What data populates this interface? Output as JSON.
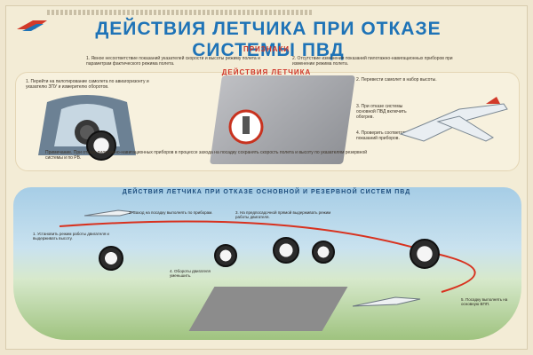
{
  "header": {
    "title": "ДЕЙСТВИЯ ЛЕТЧИКА ПРИ ОТКАЗЕ СИСТЕМЫ ПВД"
  },
  "signs": {
    "heading": "ПРИЗНАКИ",
    "item1": "1. Явное несоответствие показаний указателей скорости и высоты режиму полета и параметрам фактического режима полета.",
    "item2": "2. Отсутствие изменения показаний пилотажно-навигационных приборов при изменении режима полета."
  },
  "actions": {
    "heading": "ДЕЙСТВИЯ ЛЕТЧИКА",
    "step1": "1. Перейти на пилотирование самолета по авиагоризонту и указателю ЗПУ и измерителю оборотов.",
    "step2": "2. Перевести самолет в набор высоты.",
    "step3": "3. При отказе системы основной ПВД включить обогрев.",
    "step4": "4. Проверить соответствие показаний приборов.",
    "note": "Примечание. При отказе пилотажно-навигационных приборов в процессе захода на посадку сохранять скорость полета и высоту по указателям резервной системы и по РВ."
  },
  "section2": {
    "heading": "ДЕЙСТВИЯ ЛЕТЧИКА ПРИ ОТКАЗЕ ОСНОВНОЙ И РЕЗЕРВНОЙ СИСТЕМ ПВД",
    "c1": "1. Установить режим работы двигателя и выдерживать высоту.",
    "c2": "2. Заход на посадку выполнять по приборам.",
    "c3": "3. На предпосадочной прямой выдерживать режим работы двигателя.",
    "c4": "4. Обороты двигателя уменьшить.",
    "c5": "5. Посадку выполнять на основную ВПП."
  }
}
